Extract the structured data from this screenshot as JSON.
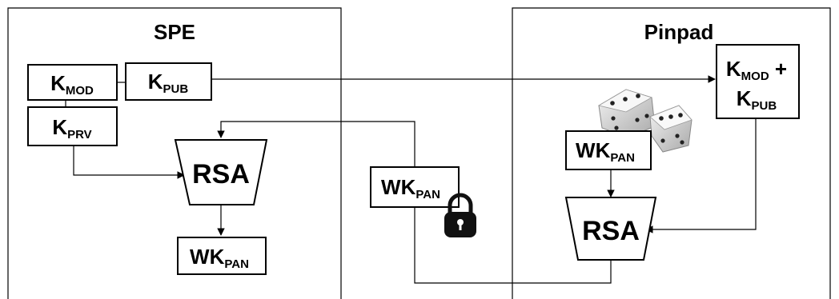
{
  "panels": {
    "spe": {
      "title": "SPE"
    },
    "pinpad": {
      "title": "Pinpad"
    }
  },
  "boxes": {
    "k_mod": {
      "base": "K",
      "sub": "MOD"
    },
    "k_pub": {
      "base": "K",
      "sub": "PUB"
    },
    "k_prv": {
      "base": "K",
      "sub": "PRV"
    },
    "wk_pan_spe_out": {
      "base": "WK",
      "sub": "PAN"
    },
    "wk_pan_transit": {
      "base": "WK",
      "sub": "PAN"
    },
    "wk_pan_pinpad": {
      "base": "WK",
      "sub": "PAN"
    },
    "pinpad_key": {
      "line1_base": "K",
      "line1_sub": "MOD",
      "line1_suffix": " +",
      "line2_base": "K",
      "line2_sub": "PUB"
    }
  },
  "rsa": {
    "spe": {
      "label": "RSA"
    },
    "pinpad": {
      "label": "RSA"
    }
  },
  "icons": {
    "lock": "padlock-icon",
    "dice": "dice-icon"
  }
}
